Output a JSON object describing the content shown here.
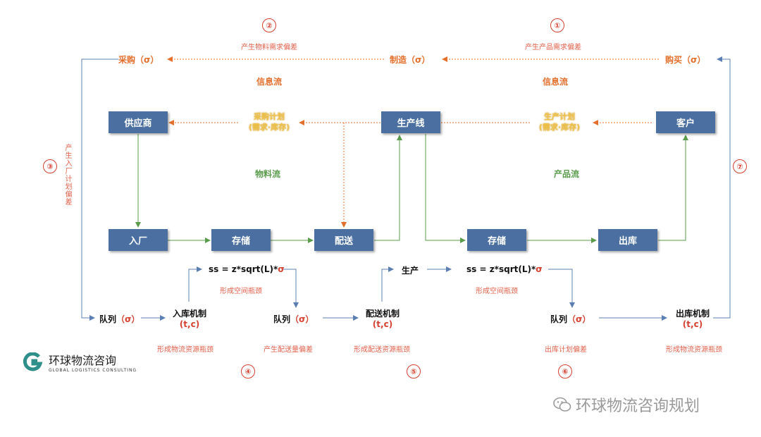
{
  "numbers": {
    "n1": "①",
    "n2": "②",
    "n3": "③",
    "n4": "④",
    "n5": "⑤",
    "n6": "⑥",
    "n7": "⑦"
  },
  "deviation": {
    "product_demand": "产生产品需求偏差",
    "material_demand": "产生物料需求偏差",
    "inbound_plan": "产生入厂计划偏差",
    "distribution_volume": "产生配送量偏差",
    "outbound_plan": "出库计划偏差"
  },
  "info_nodes": {
    "purchase": "采购",
    "manufacture": "制造",
    "buy": "购买",
    "sigma": "（σ）"
  },
  "flows": {
    "info_left": "信息流",
    "info_right": "信息流",
    "material": "物料流",
    "product": "产品流"
  },
  "plans": {
    "purchase_plan": "采购计划",
    "purchase_plan_sub": "(需求·库存)",
    "production_plan": "生产计划",
    "production_plan_sub": "(需求·库存)"
  },
  "boxes": {
    "supplier": "供应商",
    "production_line": "生产线",
    "customer": "客户",
    "inbound": "入厂",
    "storage1": "存储",
    "distribution": "配送",
    "storage2": "存储",
    "outbound": "出库"
  },
  "formulas": {
    "ss_prefix": "ss = z*sqrt(L)*",
    "sigma": "σ",
    "production": "生产"
  },
  "mechanisms": {
    "queue": "队列",
    "sigma": "（σ）",
    "inbound_mech": "入库机制",
    "distribution_mech": "配送机制",
    "outbound_mech": "出库机制",
    "tc": "(t,c)"
  },
  "bottlenecks": {
    "space1": "形成空间瓶颈",
    "space2": "形成空间瓶颈",
    "logistics": "形成物流资源瓶颈",
    "distribution": "形成配送资源瓶颈",
    "logistics2": "形成物流资源瓶颈"
  },
  "logo": {
    "cn": "环球物流咨询",
    "en": "GLOBAL LOGISTICS CONSULTING"
  },
  "watermark": "环球物流咨询规划",
  "colors": {
    "box": "#4a6fa0",
    "orange": "#e46f2c",
    "green": "#5a9b4c",
    "red": "#d5402f",
    "blue_line": "#5b7fb3"
  }
}
